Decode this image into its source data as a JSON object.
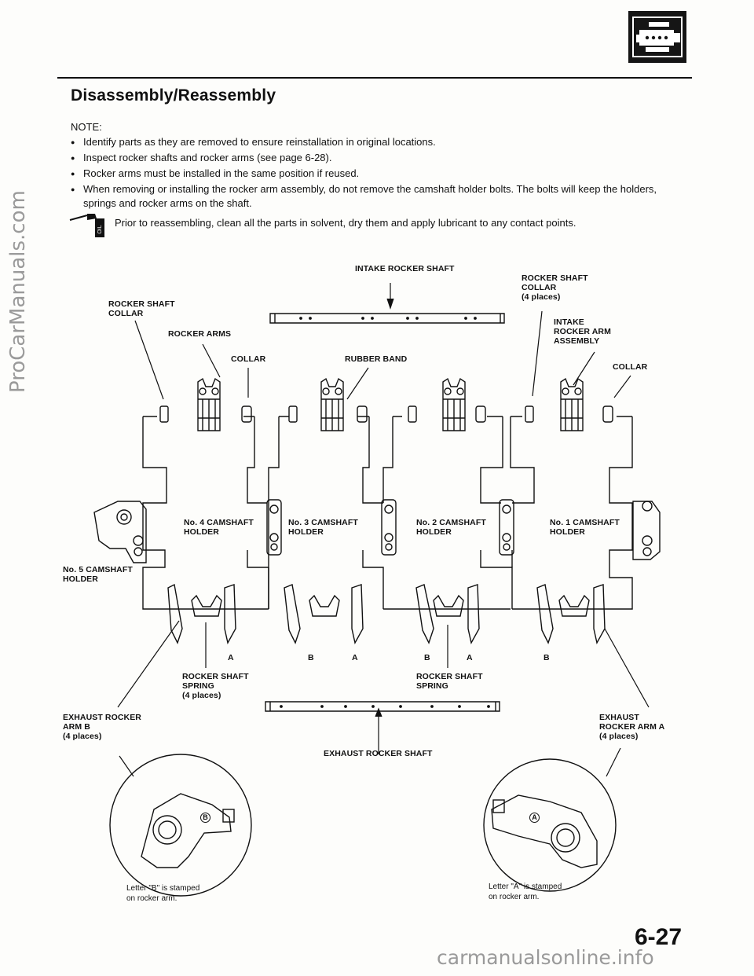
{
  "watermark_side": "ProCarManuals.com",
  "watermark_footer": "carmanualsonline.info",
  "header": {
    "title": "Disassembly/Reassembly"
  },
  "notes": {
    "heading": "NOTE:",
    "items": [
      "Identify parts as they are removed to ensure reinstallation in original locations.",
      "Inspect rocker shafts and rocker arms (see page 6-28).",
      "Rocker arms must be installed in the same position if reused.",
      "When removing or installing the rocker arm assembly, do not remove the camshaft holder bolts. The bolts will keep the holders, springs and rocker arms on the shaft."
    ]
  },
  "tip": "Prior to reassembling, clean all the parts in solvent, dry them and apply lubricant to any contact points.",
  "labels": {
    "intake_rocker_shaft": "INTAKE ROCKER SHAFT",
    "rocker_shaft_collar_left": "ROCKER SHAFT\nCOLLAR",
    "rocker_shaft_collar_right": "ROCKER SHAFT\nCOLLAR\n(4 places)",
    "rocker_arms": "ROCKER ARMS",
    "intake_rocker_arm_assembly": "INTAKE\nROCKER ARM\nASSEMBLY",
    "collar_left": "COLLAR",
    "rubber_band": "RUBBER BAND",
    "collar_right": "COLLAR",
    "holder_4": "No. 4 CAMSHAFT\nHOLDER",
    "holder_3": "No. 3 CAMSHAFT\nHOLDER",
    "holder_2": "No. 2 CAMSHAFT\nHOLDER",
    "holder_1": "No. 1 CAMSHAFT\nHOLDER",
    "holder_5": "No. 5 CAMSHAFT\nHOLDER",
    "letter_a1": "A",
    "letter_b1": "B",
    "letter_a2": "A",
    "letter_b2": "B",
    "letter_a3": "A",
    "letter_b3": "B",
    "spring_left": "ROCKER SHAFT\nSPRING\n(4 places)",
    "spring_center": "ROCKER SHAFT\nSPRING",
    "exhaust_arm_b": "EXHAUST ROCKER\nARM B\n(4 places)",
    "exhaust_arm_a": "EXHAUST\nROCKER ARM A\n(4 places)",
    "exhaust_rocker_shaft": "EXHAUST ROCKER SHAFT",
    "stamp_b_caption": "Letter \"B\" is stamped\non rocker arm.",
    "stamp_a_caption": "Letter \"A\" is stamped\non rocker arm.",
    "stamp_b_mark": "B",
    "stamp_a_mark": "A"
  },
  "page_number": "6-27",
  "icons": [
    "engine-section-icon",
    "lubricant-oil-can-icon"
  ]
}
